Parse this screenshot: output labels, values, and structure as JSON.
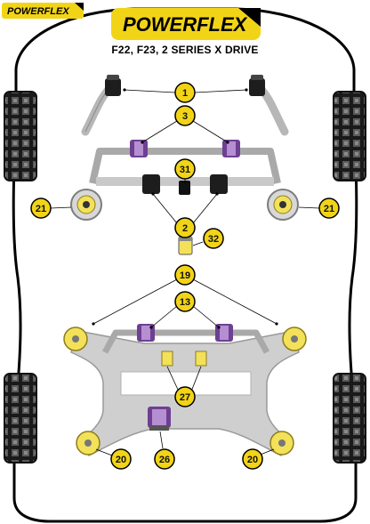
{
  "branding": {
    "small_logo": "POWERFLEX",
    "main_logo": "POWERFLEX",
    "model_line": "F22, F23, 2 SERIES X DRIVE"
  },
  "callouts": {
    "c1": "1",
    "c3": "3",
    "c31": "31",
    "c2": "2",
    "c21_left": "21",
    "c21_right": "21",
    "c32": "32",
    "c19": "19",
    "c13": "13",
    "c27": "27",
    "c20_left": "20",
    "c26": "26",
    "c20_right": "20"
  },
  "colors": {
    "logo_yellow": "#f2d417",
    "bush_purple": "#6e3f93",
    "bush_yellow": "#f3e15a",
    "tyre_dark": "#1b1b1b",
    "frame_grey": "#cfcfcf"
  }
}
